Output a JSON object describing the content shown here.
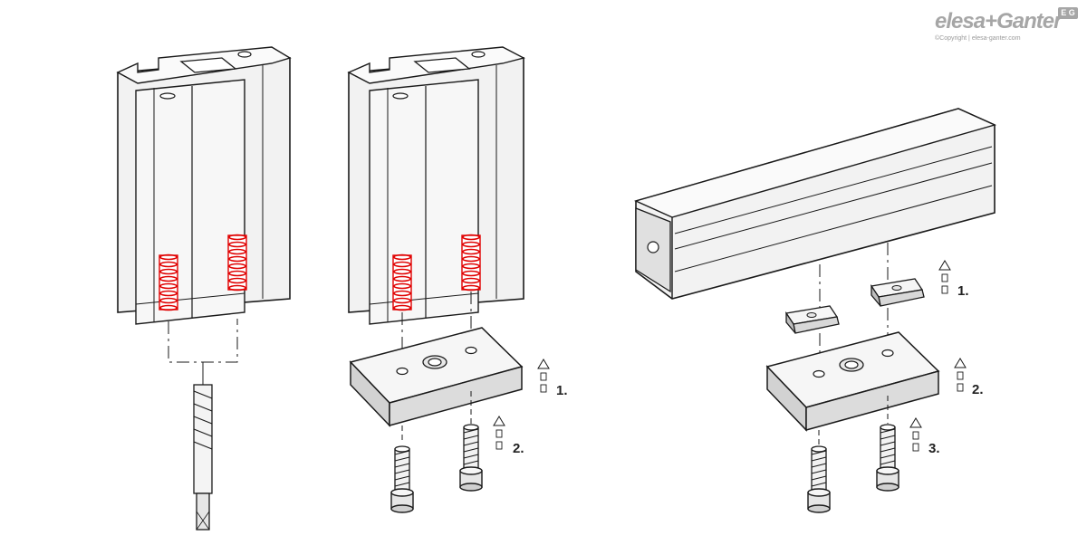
{
  "brand": {
    "logo_text": "elesa+Ganter",
    "badge_text": "E G",
    "copyright": "©Copyright | elesa-ganter.com"
  },
  "steps": {
    "panel2_step1": "1.",
    "panel2_step2": "2.",
    "panel3_step1": "1.",
    "panel3_step2": "2.",
    "panel3_step3": "3."
  },
  "colors": {
    "outline": "#1a1a1a",
    "surface": "#f2f2f2",
    "shade": "#dcdcdc",
    "thread_highlight": "#e00000",
    "brand_grey": "#a6a6a6"
  },
  "icons": [
    "profile-icon",
    "tap-icon",
    "block-icon",
    "screw-icon",
    "t-nut-icon",
    "arrow-up-icon"
  ]
}
